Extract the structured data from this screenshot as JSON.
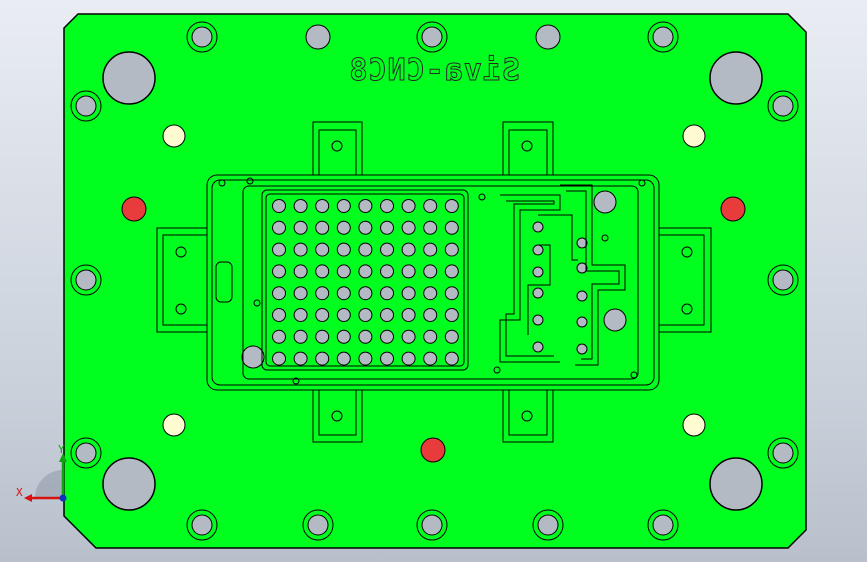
{
  "viewport": {
    "name": "cad-3d-viewport",
    "background_top": "#e9edf3",
    "background_bottom": "#b8c0cc"
  },
  "plate": {
    "color": "#00ff1e",
    "outline_color": "#000000",
    "engraved_text": "Siva-CNC8",
    "engraved_text_mirrored": true
  },
  "features": {
    "bolt_hole_count": 14,
    "large_bore_count": 4,
    "dowel_pin_count": 4,
    "red_marker_count": 3,
    "red_color": "#e83b3b",
    "cream_color": "#fffbd0",
    "hole_fill": "#b4bac4"
  },
  "ejector_grid": {
    "rows": 8,
    "columns": 9
  },
  "triad": {
    "x_label": "X",
    "y_label": "Y",
    "x_color": "#d81010",
    "y_color": "#10a010",
    "z_color": "#1030c0"
  }
}
